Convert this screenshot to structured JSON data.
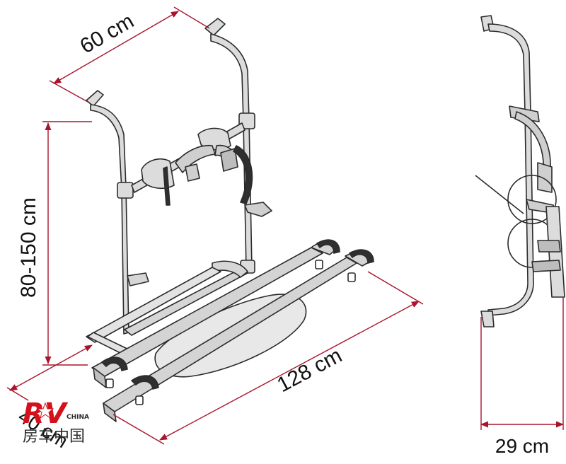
{
  "dimensions": {
    "width_top": "60 cm",
    "height": "80-150 cm",
    "length": "128 cm",
    "depth_side": "29 cm",
    "depth_front": "40 cm"
  },
  "logo": {
    "mark": "RV",
    "sub": "CHINA",
    "cn": "房车中国"
  },
  "colors": {
    "dimension_line": "#a8142c",
    "drawing_line": "#2b2b2b",
    "metal_fill": "#d9d9d9",
    "logo_red": "#d4101a"
  }
}
